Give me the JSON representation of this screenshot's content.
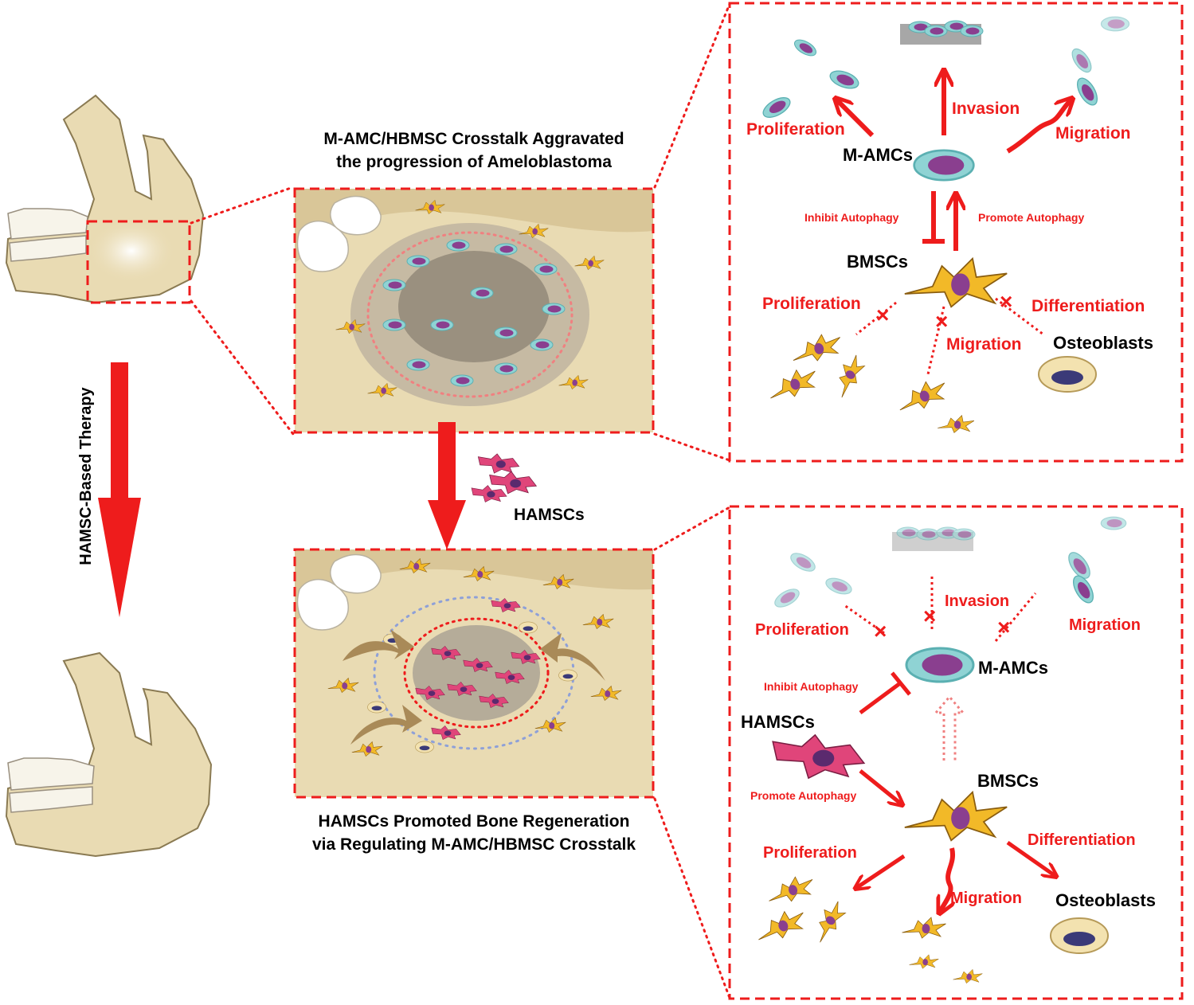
{
  "colors": {
    "accent_red": "#ee1c1c",
    "bone": "#e9dbb3",
    "tumor_gray": "#9b9285",
    "amc_cyan": "#8fd3d4",
    "amc_nucleus": "#8a3f8f",
    "bmsc_yellow": "#f2b928",
    "hamsc_pink": "#e0457a",
    "osteoblast_fill": "#f3e2b0",
    "osteoblast_nucleus": "#3b3a78"
  },
  "left": {
    "therapy_label": "HAMSC-Based Therapy"
  },
  "titles": {
    "top_line1": "M-AMC/HBMSC Crosstalk Aggravated",
    "top_line2": "the progression of Ameloblastoma",
    "bottom_line1": "HAMSCs Promoted Bone Regeneration",
    "bottom_line2": "via Regulating M-AMC/HBMSC Crosstalk"
  },
  "center": {
    "hamscs_label": "HAMSCs"
  },
  "top_panel": {
    "proliferation": "Proliferation",
    "invasion": "Invasion",
    "migration": "Migration",
    "mamcs": "M-AMCs",
    "inhibit_autophagy": "Inhibit Autophagy",
    "promote_autophagy": "Promote Autophagy",
    "bmscs": "BMSCs",
    "bmsc_proliferation": "Proliferation",
    "bmsc_differentiation": "Differentiation",
    "bmsc_migration": "Migration",
    "osteoblasts": "Osteoblasts"
  },
  "bottom_panel": {
    "invasion": "Invasion",
    "proliferation": "Proliferation",
    "migration": "Migration",
    "mamcs": "M-AMCs",
    "inhibit_autophagy": "Inhibit Autophagy",
    "hamscs": "HAMSCs",
    "promote_autophagy": "Promote Autophagy",
    "bmscs": "BMSCs",
    "bmsc_proliferation": "Proliferation",
    "bmsc_differentiation": "Differentiation",
    "bmsc_migration": "Migration",
    "osteoblasts": "Osteoblasts"
  }
}
